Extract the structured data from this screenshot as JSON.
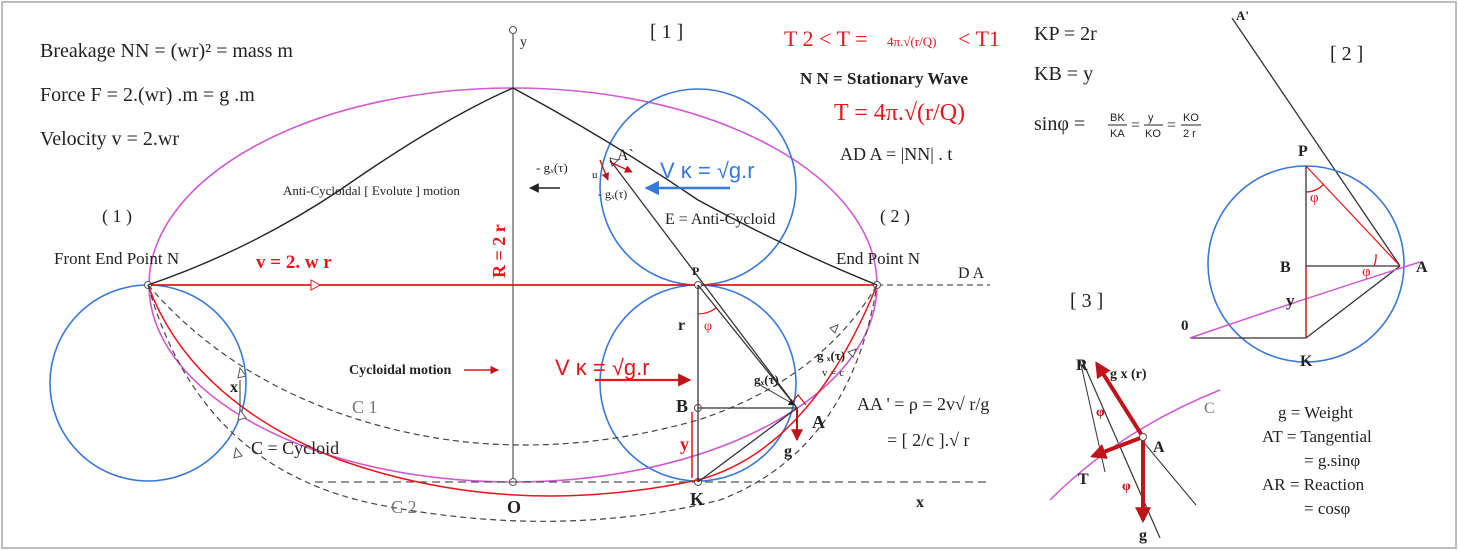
{
  "colors": {
    "black": "#222222",
    "red": "#e8141b",
    "blue": "#3a78d6",
    "magenta": "#d05ad0",
    "gray": "#777777",
    "darkred": "#c0141b",
    "border": "#bdbdbd"
  },
  "panel1": {
    "tag": "[ 1 ]",
    "formulas": {
      "breakage": "Breakage NN = (wr)² = mass m",
      "force": "Force F = 2.(wr) .m = g .m",
      "velocity": "Velocity v = 2.wr"
    },
    "period": {
      "left": "T 2 < T =",
      "mid": "4π.√(r/Q)",
      "right": "< T1"
    },
    "stationary": "N N = Stationary Wave",
    "period_main": "T = 4π.√(r/Q)",
    "ad": "AD A = |NN| . t",
    "vk_blue": "V κ = √g.r",
    "vk_red": "V κ = √g.r",
    "anti_cycloidal_motion": "Anti-Cycloidal [ Evolute ] motion",
    "anti_cycloid": "E = Anti-Cycloid",
    "cycloidal_motion": "Cycloidal motion",
    "cycloid": "C = Cycloid",
    "c1": "C 1",
    "c2": "C 2",
    "point1_num": "( 1 )",
    "point1_label": "Front End Point N",
    "point2_num": "( 2 )",
    "point2_label": "End Point N",
    "da": "D A",
    "v_line": "v = 2. w r",
    "r_axis": "R = 2 r",
    "aa": "AA ' = ρ = 2v√ r/g",
    "aa2": "= [ 2/c ].√ r",
    "minus_g1": "- gₓ(τ)",
    "minus_g2": "- gₓ(τ)",
    "g_c1": "g ₓ(τ)",
    "g_c2": "v = c",
    "g_c3": "gₓ(τ)",
    "labels": {
      "y_axis": "y",
      "x_axis": "x",
      "O": "O",
      "K": "K",
      "P": "P",
      "B": "B",
      "A": "A",
      "A_prime": "A`",
      "r": "r",
      "y": "y",
      "g": "g",
      "x": "x",
      "u": "u",
      "phi": "φ"
    }
  },
  "panel2": {
    "tag": "[ 2 ]",
    "kp": "KP = 2r",
    "kb": "KB = y",
    "sin_lhs": "sinφ =",
    "frac1": [
      "BK",
      "KA"
    ],
    "frac2": [
      "y",
      "KO"
    ],
    "frac3": [
      "KO",
      "2 r"
    ],
    "labels": {
      "A_prime": "A'",
      "P": "P",
      "B": "B",
      "A": "A",
      "y": "y",
      "O": "0",
      "K": "K",
      "phi": "φ"
    }
  },
  "panel3": {
    "tag": "[ 3 ]",
    "labels": {
      "R": "R",
      "T": "T",
      "A": "A",
      "g": "g",
      "C": "C",
      "gx": "g x (r)",
      "phi": "φ"
    },
    "legend": {
      "l1": "g = Weight",
      "l2": "AT = Tangential",
      "l3": "= g.sinφ",
      "l4": "AR = Reaction",
      "l5": "= cosφ"
    }
  }
}
